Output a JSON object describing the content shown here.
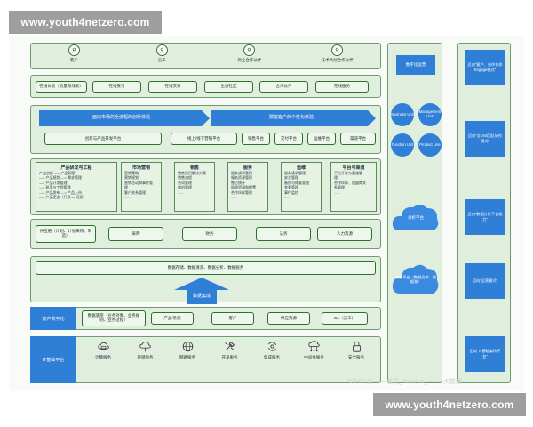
{
  "watermarks": {
    "top": "www.youth4netzero.com",
    "bottom": "www.youth4netzero.com"
  },
  "footer_faint": "SOHU @一 一名哎_YunYun_一 一 大数据",
  "top_row": [
    "客户",
    "员工",
    "商业合作伙伴",
    "技术共创合作伙伴"
  ],
  "channel_row": [
    "在线体验（流量与线索）",
    "在线支付",
    "在线交易",
    "生态社区",
    "合作伙伴",
    "在线服务"
  ],
  "arrow_left": "面向市场的全流程的创新体验",
  "arrow_right": "赋能客户的个性化体验",
  "process_row": [
    "创新与产品开发平台",
    "线上/线下营销平台",
    "销售平台",
    "交付平台",
    "运维平台",
    "渠道平台"
  ],
  "columns": [
    {
      "title": "产品研发与工程",
      "lines": [
        "产品创新 —> 产品洞察",
        "—> 产品规划 —> 需求管理",
        "—> 产品开发管理",
        "—> 研发与工程管理",
        "—> 产品发布 —> 产品上市",
        "—> 产品更迭（开源 or 闭源）"
      ]
    },
    {
      "title": "市场营销",
      "lines": [
        "营销策略",
        "营销规划",
        "营销活动和事件管",
        "理",
        "客户关系管理",
        "......"
      ]
    },
    {
      "title": "销售",
      "lines": [
        "销售项目解决方案",
        "销售流程",
        "合同管理",
        "商机管理",
        "......"
      ]
    },
    {
      "title": "服务",
      "lines": [
        "服务请求管理",
        "服务资源管理",
        "售后统计",
        "网络资源和配置",
        "合作伙伴管理",
        "......"
      ]
    },
    {
      "title": "运维",
      "lines": [
        "服务请求管理",
        "安全管理",
        "备份与恢复管理",
        "变更管理",
        "事件监控",
        "......"
      ]
    },
    {
      "title": "平台与渠道",
      "lines": [
        "平台开发与渠道管",
        "理",
        "合作伙伴、加盟商关",
        "系管理",
        "......"
      ]
    }
  ],
  "support_row": [
    "供应链（计划、计划采购、制造）",
    "采购",
    "财务",
    "法务",
    "人力资源"
  ],
  "data_service": "数据存储、数据清洗、数据分析、数据服务",
  "integration_label": "数据集成",
  "customer_digital_label": "客户数字化",
  "customer_digital_items": [
    "数据底座（业务对象、业务规则、业务过程）",
    "产品/系统",
    "客户",
    "供应资源",
    "OA（员工）"
  ],
  "it_platform_label": "IT基础平台",
  "it_services": [
    {
      "label": "计算服务",
      "icon": "compute-icon"
    },
    {
      "label": "存储服务",
      "icon": "storage-icon"
    },
    {
      "label": "网路服务",
      "icon": "network-icon"
    },
    {
      "label": "开发服务",
      "icon": "dev-icon"
    },
    {
      "label": "集成服务",
      "icon": "integration-icon"
    },
    {
      "label": "中间件服务",
      "icon": "middleware-icon"
    },
    {
      "label": "安全服务",
      "icon": "security-icon"
    }
  ],
  "right_panel": {
    "top_label": "数字化运营",
    "circles": [
      "Business Unit",
      "Management Unit",
      "Function Unit",
      "Product Line"
    ],
    "cloud1": "分析平台",
    "cloud2": "数据平台（数据仓库、数据湖）"
  },
  "far_right": [
    "迈向\"客户、合作伙伴Engage模式\"",
    "迈向\"全Unit团队协作模式\"",
    "迈向\"数据分析平台能力\"",
    "迈向\"运营模式\"",
    "迈向\"IT基础架构平台\""
  ],
  "colors": {
    "green_bg": "#dfeedd",
    "green_border": "#2f6f2c",
    "blue": "#2f7fd6"
  }
}
